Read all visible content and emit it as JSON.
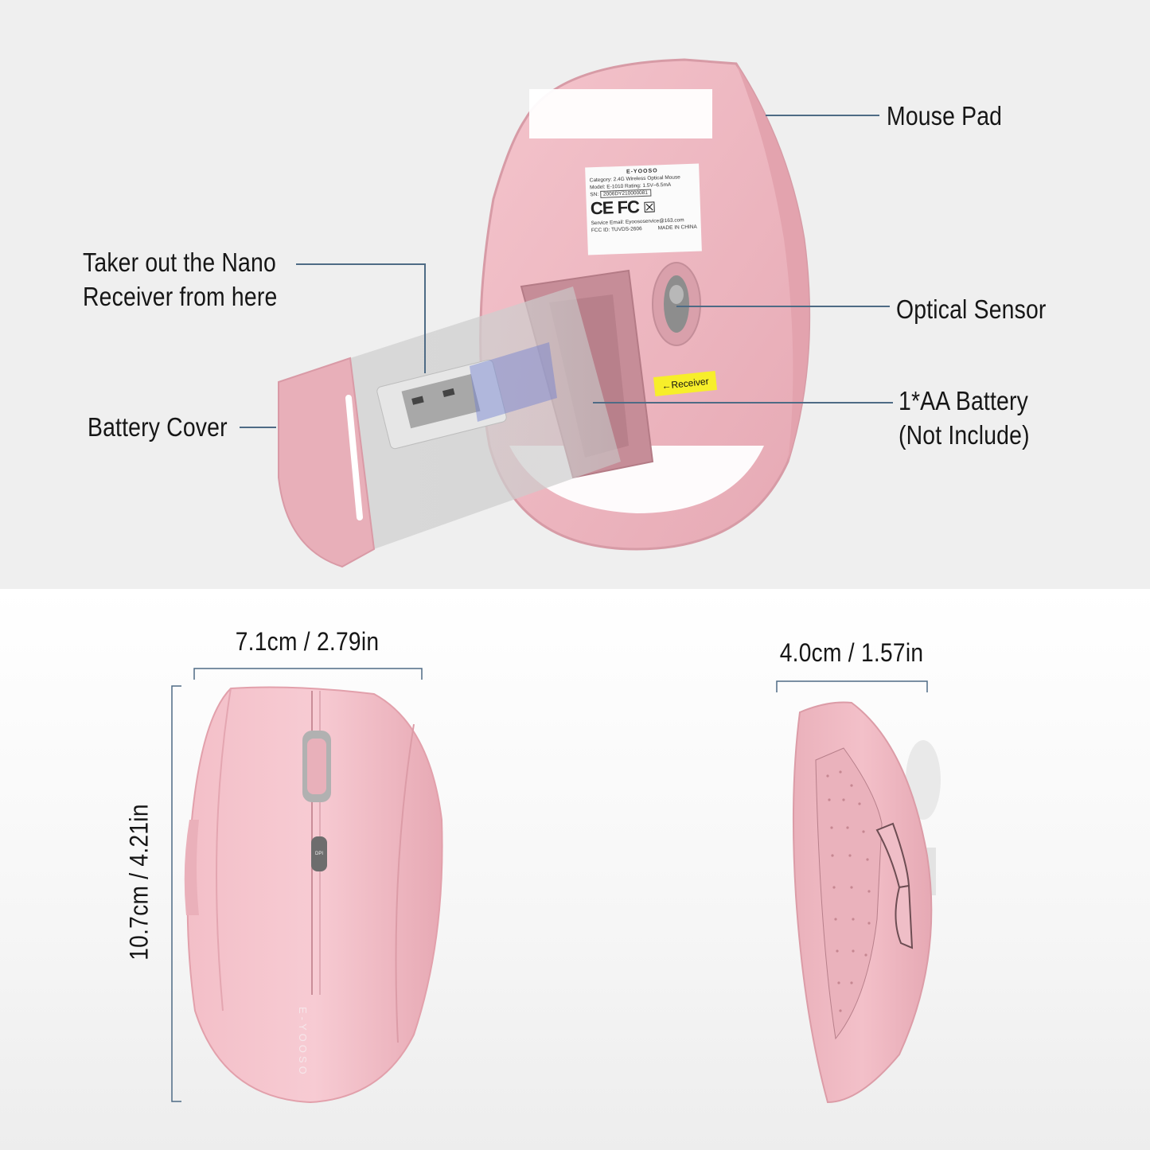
{
  "top_panel": {
    "callouts": {
      "mouse_pad": "Mouse Pad",
      "nano_receiver_line1": "Taker out the Nano",
      "nano_receiver_line2": "Receiver from here",
      "optical_sensor": "Optical Sensor",
      "battery_cover": "Battery Cover",
      "battery_line1": "1*AA Battery",
      "battery_line2": "(Not Include)"
    },
    "product_label": {
      "brand": "E-YOOSO",
      "category": "Category: 2.4G Wireless Optical Mouse",
      "model": "Model: E-1010  Rating: 1.5V–6.5mA",
      "sn_label": "SN:",
      "sn_value": "2006DY210000081",
      "cert_marks": "CE FC",
      "service_email": "Service Email: Eyoososervice@163.com",
      "fcc_id": "FCC ID: TUVDS-2606",
      "origin": "MADE IN CHINA"
    },
    "receiver_tag": "←Receiver"
  },
  "bottom_panel": {
    "width_dimension": "7.1cm / 2.79in",
    "height_dimension": "10.7cm / 4.21in",
    "depth_dimension": "4.0cm / 1.57in",
    "brand_on_mouse": "E-YOOSO",
    "dpi_button": "DPI"
  },
  "colors": {
    "top_background": "#efefef",
    "mouse_pink": "#f0b8c2",
    "mouse_pink_dark": "#d99aa6",
    "leader_line": "#4e6b85",
    "receiver_tag": "#f7ee2a",
    "text": "#161616"
  }
}
